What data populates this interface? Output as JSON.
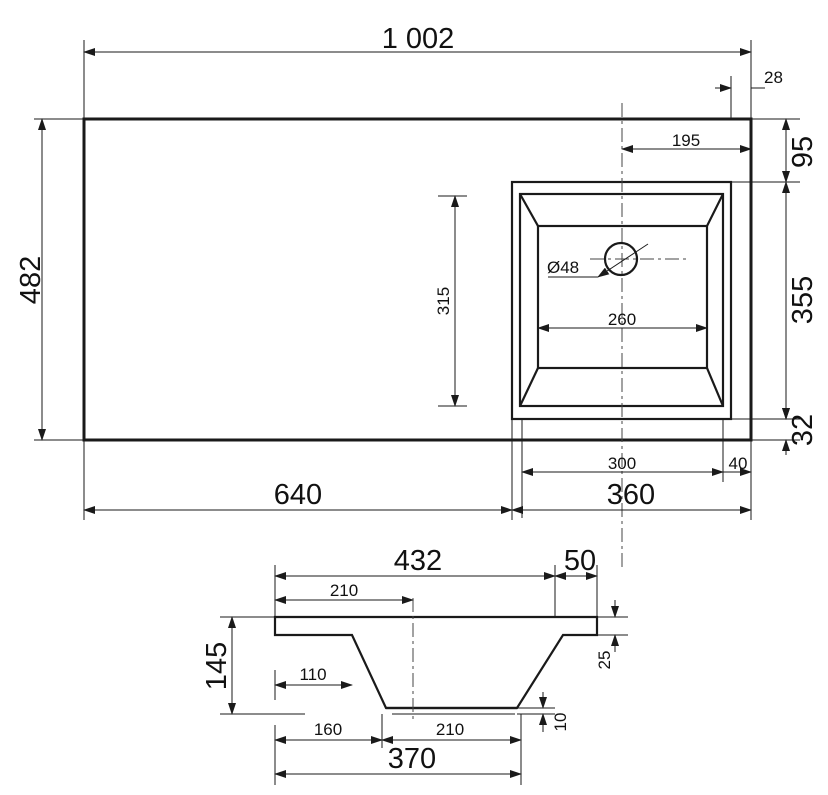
{
  "plan_view": {
    "overall_width": "1 002",
    "overhang": "28",
    "overall_depth": "482",
    "bowl_offset_from_right": "195",
    "bowl_offset_from_back": "95",
    "bowl_depth": "355",
    "front_edge": "32",
    "inner_depth": "315",
    "drain_diameter": "Ø48",
    "inner_width": "260",
    "bowl_width": "300",
    "side_margin": "40",
    "left_section": "640",
    "right_section": "360"
  },
  "section_view": {
    "top_width": "432",
    "right_lip": "50",
    "center_offset": "210",
    "height": "145",
    "slab_thickness": "25",
    "bottom_offset": "110",
    "bottom_thickness": "10",
    "bottom_left": "160",
    "bottom_width": "210",
    "base_total": "370"
  }
}
